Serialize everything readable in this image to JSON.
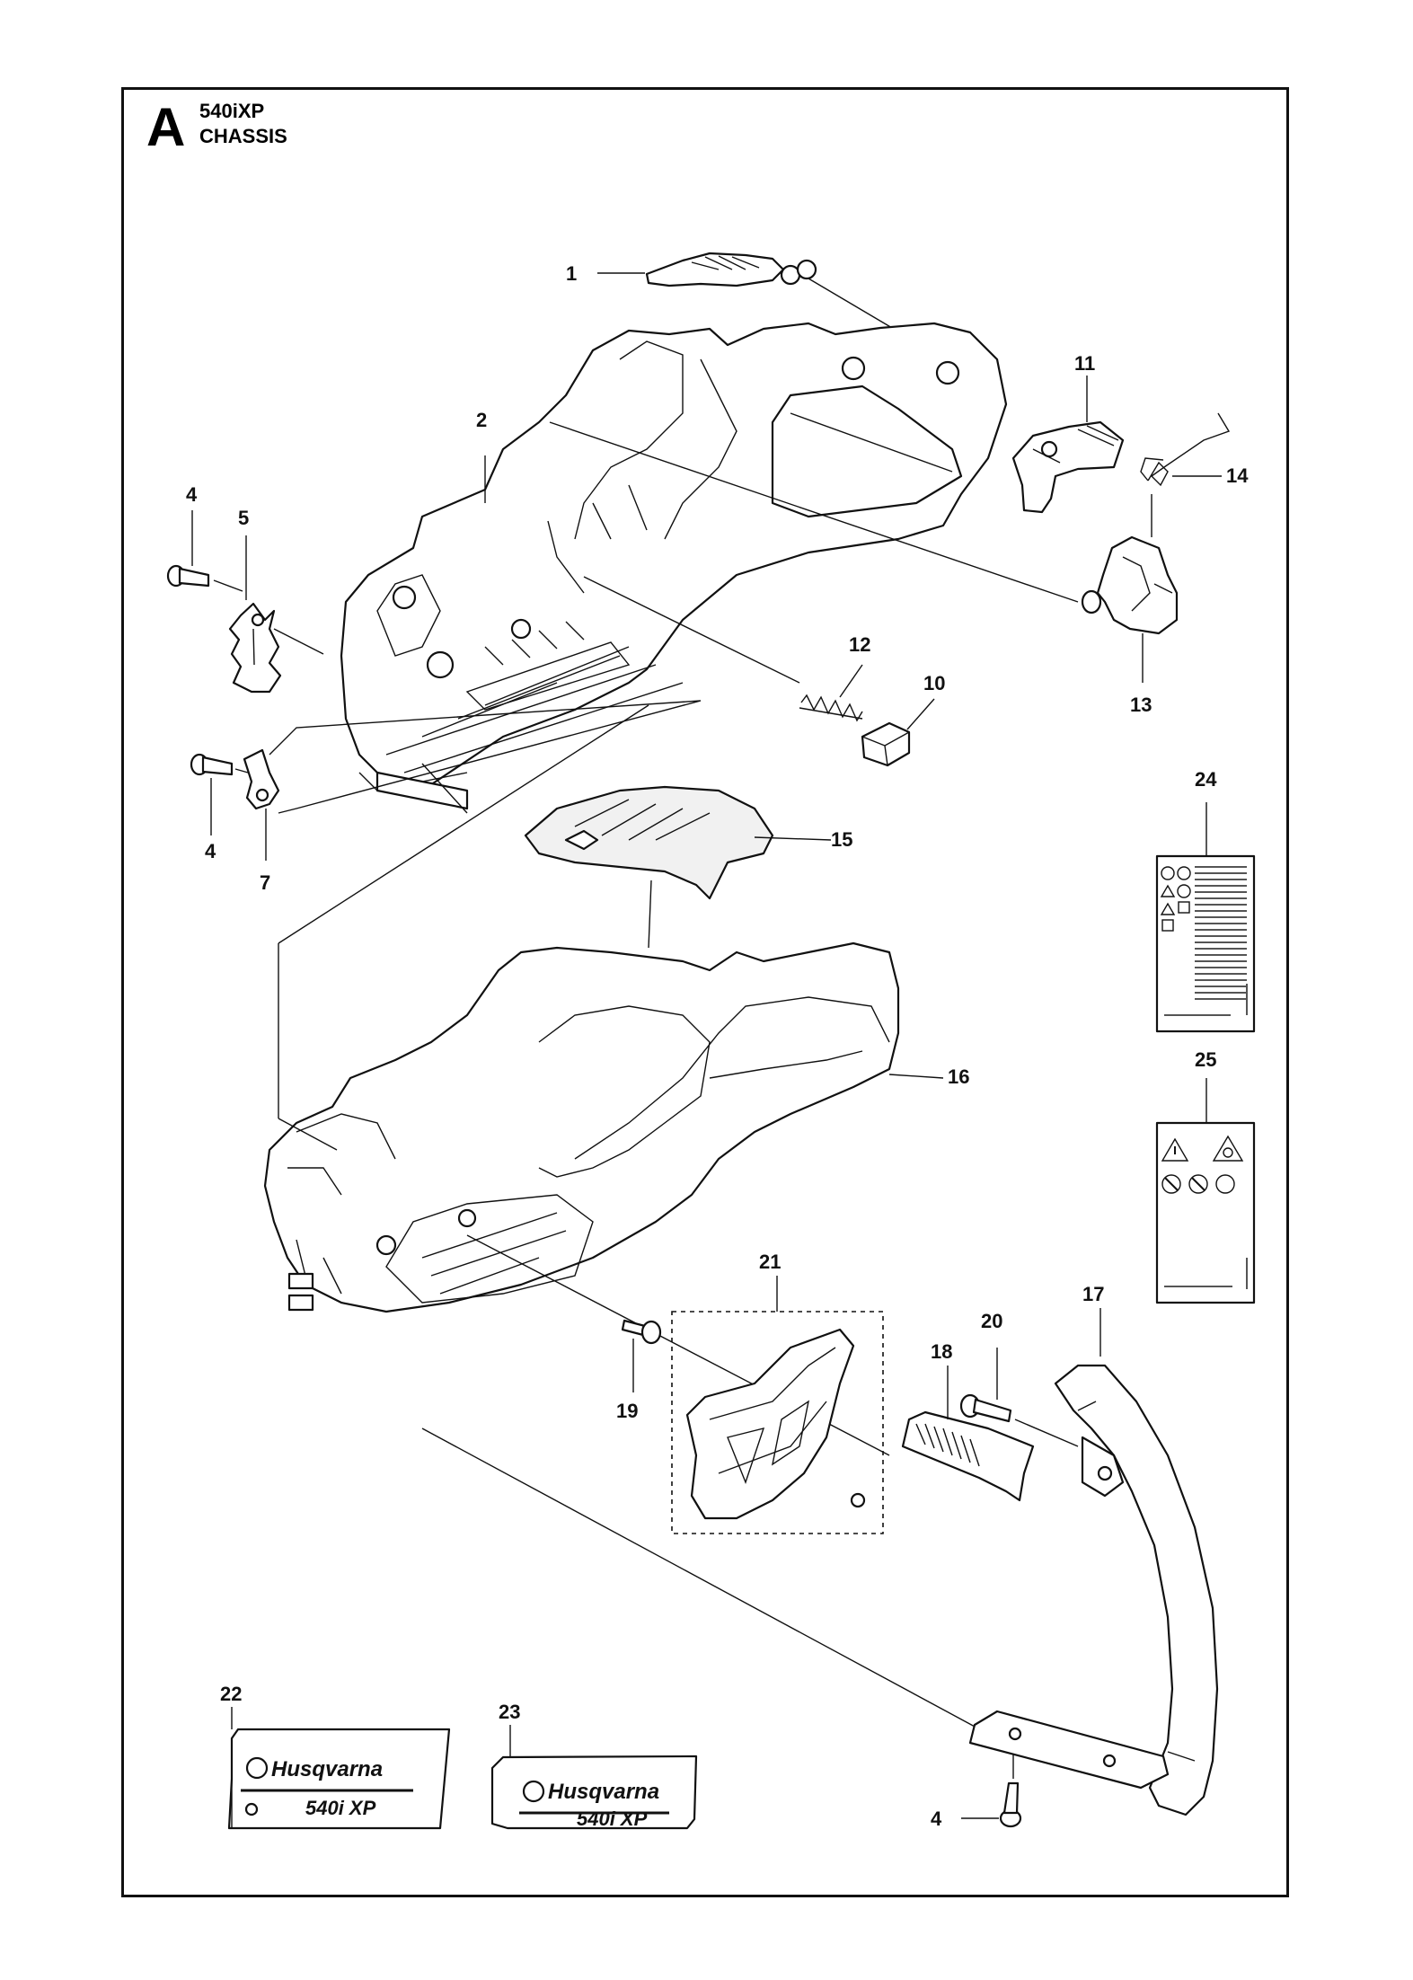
{
  "header": {
    "section_letter": "A",
    "model": "540iXP",
    "title": "CHASSIS"
  },
  "callouts": {
    "c1": "1",
    "c2": "2",
    "c4a": "4",
    "c4b": "4",
    "c4c": "4",
    "c5": "5",
    "c7": "7",
    "c10": "10",
    "c11": "11",
    "c12": "12",
    "c13": "13",
    "c14": "14",
    "c15": "15",
    "c16": "16",
    "c17": "17",
    "c18": "18",
    "c19": "19",
    "c20": "20",
    "c21": "21",
    "c22": "22",
    "c23": "23",
    "c24": "24",
    "c25": "25"
  },
  "decals": {
    "brand_22": "Husqvarna",
    "model_22": "540i XP",
    "brand_23": "Husqvarna",
    "model_23": "540i XP"
  }
}
